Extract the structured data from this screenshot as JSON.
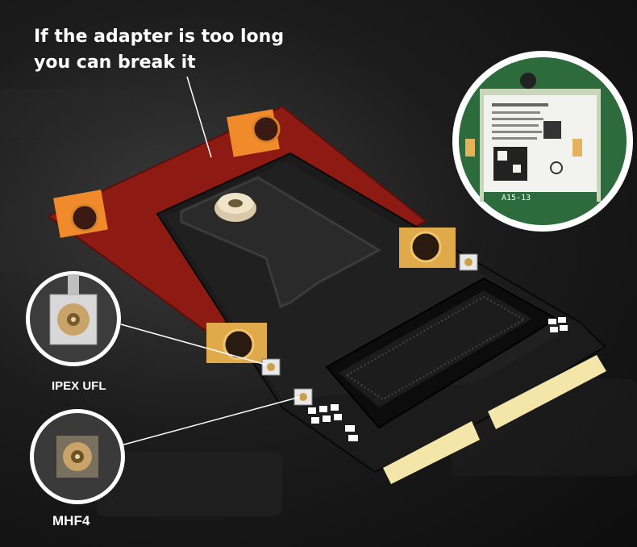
{
  "headline": {
    "line1": "If the adapter is too long",
    "line2": "you can break it"
  },
  "callouts": {
    "ufl_label": "IPEX UFL",
    "mhf_label": "MHF4"
  },
  "inset": {
    "card_text": "A15-13"
  },
  "colors": {
    "background": "#151515",
    "pcb_black": "#1b1b1b",
    "breakaway_red": "#8e1a14",
    "gold_pad": "#e0a94a",
    "gold_fingers": "#f3e6a8",
    "text": "#ffffff"
  }
}
